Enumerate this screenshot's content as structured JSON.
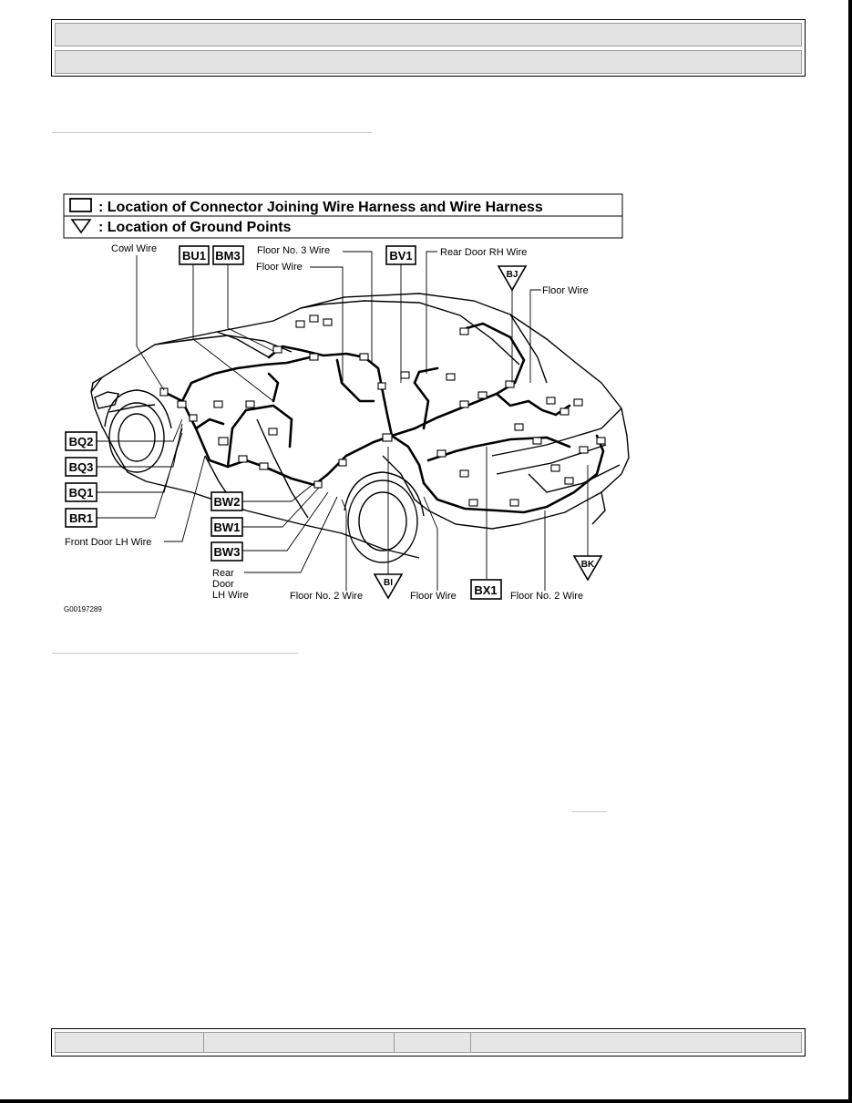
{
  "legend": {
    "connector_text": ": Location of Connector Joining Wire Harness and Wire Harness",
    "ground_text": ": Location of Ground Points"
  },
  "connectors": {
    "BU1": "BU1",
    "BM3": "BM3",
    "BV1": "BV1",
    "BQ2": "BQ2",
    "BQ3": "BQ3",
    "BQ1": "BQ1",
    "BR1": "BR1",
    "BW2": "BW2",
    "BW1": "BW1",
    "BW3": "BW3",
    "BX1": "BX1"
  },
  "ground_points": {
    "BJ": "BJ",
    "BI": "BI",
    "BK": "BK"
  },
  "wire_labels": {
    "cowl": "Cowl Wire",
    "floor_no3": "Floor No. 3 Wire",
    "floor_top": "Floor Wire",
    "rear_door_rh": "Rear Door RH Wire",
    "floor_right": "Floor Wire",
    "front_door_lh": "Front Door LH Wire",
    "rear_door_lh_1": "Rear",
    "rear_door_lh_2": "Door",
    "rear_door_lh_3": "LH Wire",
    "floor_no2_left": "Floor No. 2 Wire",
    "floor_bottom": "Floor Wire",
    "floor_no2_right": "Floor No. 2 Wire"
  },
  "figure_id": "G00197289"
}
